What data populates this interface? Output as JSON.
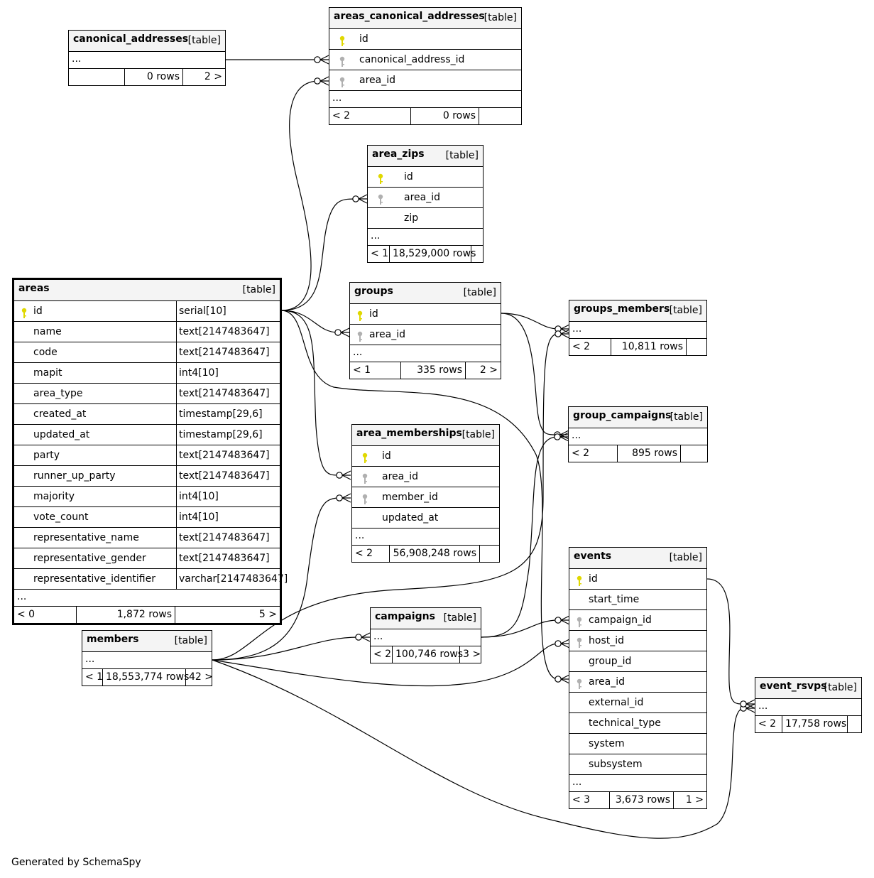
{
  "colors": {
    "pk_key": "#e0d800",
    "fk_key": "#b0b0b0",
    "header_bg": "#f4f4f4"
  },
  "badge": "[table]",
  "dots": "...",
  "tables": [
    {
      "id": "canonical_addresses",
      "title": "canonical_addresses",
      "columns": [],
      "footer": {
        "left": "",
        "rows": "0 rows",
        "right": "2 >"
      }
    },
    {
      "id": "areas_canonical_addresses",
      "title": "areas_canonical_addresses",
      "columns": [
        {
          "name": "id",
          "key": "pk"
        },
        {
          "name": "canonical_address_id",
          "key": "fk"
        },
        {
          "name": "area_id",
          "key": "fk"
        }
      ],
      "footer": {
        "left": "< 2",
        "rows": "0 rows",
        "right": ""
      }
    },
    {
      "id": "area_zips",
      "title": "area_zips",
      "columns": [
        {
          "name": "id",
          "key": "pk"
        },
        {
          "name": "area_id",
          "key": "fk"
        },
        {
          "name": "zip",
          "key": ""
        }
      ],
      "footer": {
        "left": "< 1",
        "rows": "18,529,000 rows",
        "right": ""
      }
    },
    {
      "id": "areas",
      "title": "areas",
      "columns": [
        {
          "name": "id",
          "type": "serial[10]",
          "key": "pk"
        },
        {
          "name": "name",
          "type": "text[2147483647]",
          "key": ""
        },
        {
          "name": "code",
          "type": "text[2147483647]",
          "key": ""
        },
        {
          "name": "mapit",
          "type": "int4[10]",
          "key": ""
        },
        {
          "name": "area_type",
          "type": "text[2147483647]",
          "key": ""
        },
        {
          "name": "created_at",
          "type": "timestamp[29,6]",
          "key": ""
        },
        {
          "name": "updated_at",
          "type": "timestamp[29,6]",
          "key": ""
        },
        {
          "name": "party",
          "type": "text[2147483647]",
          "key": ""
        },
        {
          "name": "runner_up_party",
          "type": "text[2147483647]",
          "key": ""
        },
        {
          "name": "majority",
          "type": "int4[10]",
          "key": ""
        },
        {
          "name": "vote_count",
          "type": "int4[10]",
          "key": ""
        },
        {
          "name": "representative_name",
          "type": "text[2147483647]",
          "key": ""
        },
        {
          "name": "representative_gender",
          "type": "text[2147483647]",
          "key": ""
        },
        {
          "name": "representative_identifier",
          "type": "varchar[2147483647]",
          "key": ""
        }
      ],
      "footer": {
        "left": "< 0",
        "rows": "1,872 rows",
        "right": "5 >"
      }
    },
    {
      "id": "groups",
      "title": "groups",
      "columns": [
        {
          "name": "id",
          "key": "pk"
        },
        {
          "name": "area_id",
          "key": "fk"
        }
      ],
      "footer": {
        "left": "< 1",
        "rows": "335 rows",
        "right": "2 >"
      }
    },
    {
      "id": "groups_members",
      "title": "groups_members",
      "columns": [],
      "footer": {
        "left": "< 2",
        "rows": "10,811 rows",
        "right": ""
      }
    },
    {
      "id": "group_campaigns",
      "title": "group_campaigns",
      "columns": [],
      "footer": {
        "left": "< 2",
        "rows": "895 rows",
        "right": ""
      }
    },
    {
      "id": "area_memberships",
      "title": "area_memberships",
      "columns": [
        {
          "name": "id",
          "key": "pk"
        },
        {
          "name": "area_id",
          "key": "fk"
        },
        {
          "name": "member_id",
          "key": "fk"
        },
        {
          "name": "updated_at",
          "key": ""
        }
      ],
      "footer": {
        "left": "< 2",
        "rows": "56,908,248 rows",
        "right": ""
      }
    },
    {
      "id": "members",
      "title": "members",
      "columns": [],
      "footer": {
        "left": "< 1",
        "rows": "18,553,774 rows",
        "right": "42 >"
      }
    },
    {
      "id": "campaigns",
      "title": "campaigns",
      "columns": [],
      "footer": {
        "left": "< 2",
        "rows": "100,746 rows",
        "right": "3 >"
      }
    },
    {
      "id": "events",
      "title": "events",
      "columns": [
        {
          "name": "id",
          "key": "pk"
        },
        {
          "name": "start_time",
          "key": ""
        },
        {
          "name": "campaign_id",
          "key": "fk"
        },
        {
          "name": "host_id",
          "key": "fk"
        },
        {
          "name": "group_id",
          "key": ""
        },
        {
          "name": "area_id",
          "key": "fk"
        },
        {
          "name": "external_id",
          "key": ""
        },
        {
          "name": "technical_type",
          "key": ""
        },
        {
          "name": "system",
          "key": ""
        },
        {
          "name": "subsystem",
          "key": ""
        }
      ],
      "footer": {
        "left": "< 3",
        "rows": "3,673 rows",
        "right": "1 >"
      }
    },
    {
      "id": "event_rsvps",
      "title": "event_rsvps",
      "columns": [],
      "footer": {
        "left": "< 2",
        "rows": "17,758 rows",
        "right": ""
      }
    }
  ],
  "credit": "Generated by SchemaSpy"
}
